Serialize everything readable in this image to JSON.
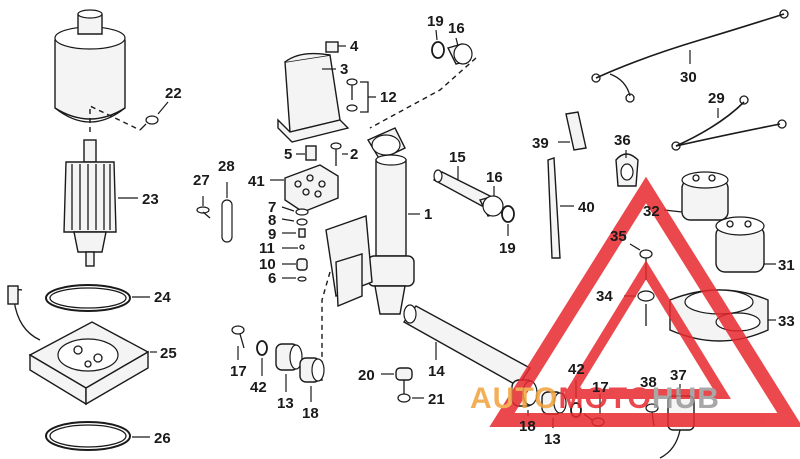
{
  "callouts": [
    {
      "id": "p1",
      "text": "1"
    },
    {
      "id": "p2",
      "text": "2"
    },
    {
      "id": "p3",
      "text": "3"
    },
    {
      "id": "p4",
      "text": "4"
    },
    {
      "id": "p5",
      "text": "5"
    },
    {
      "id": "p6",
      "text": "6"
    },
    {
      "id": "p7",
      "text": "7"
    },
    {
      "id": "p8",
      "text": "8"
    },
    {
      "id": "p9",
      "text": "9"
    },
    {
      "id": "p10",
      "text": "10"
    },
    {
      "id": "p11",
      "text": "11"
    },
    {
      "id": "p12",
      "text": "12"
    },
    {
      "id": "p13a",
      "text": "13"
    },
    {
      "id": "p13b",
      "text": "13"
    },
    {
      "id": "p14",
      "text": "14"
    },
    {
      "id": "p15",
      "text": "15"
    },
    {
      "id": "p16a",
      "text": "16"
    },
    {
      "id": "p16b",
      "text": "16"
    },
    {
      "id": "p17a",
      "text": "17"
    },
    {
      "id": "p17b",
      "text": "17"
    },
    {
      "id": "p18a",
      "text": "18"
    },
    {
      "id": "p18b",
      "text": "18"
    },
    {
      "id": "p19a",
      "text": "19"
    },
    {
      "id": "p19b",
      "text": "19"
    },
    {
      "id": "p20",
      "text": "20"
    },
    {
      "id": "p21",
      "text": "21"
    },
    {
      "id": "p22",
      "text": "22"
    },
    {
      "id": "p23",
      "text": "23"
    },
    {
      "id": "p24",
      "text": "24"
    },
    {
      "id": "p25",
      "text": "25"
    },
    {
      "id": "p26",
      "text": "26"
    },
    {
      "id": "p27",
      "text": "27"
    },
    {
      "id": "p28",
      "text": "28"
    },
    {
      "id": "p29",
      "text": "29"
    },
    {
      "id": "p30",
      "text": "30"
    },
    {
      "id": "p31",
      "text": "31"
    },
    {
      "id": "p32",
      "text": "32"
    },
    {
      "id": "p33",
      "text": "33"
    },
    {
      "id": "p34",
      "text": "34"
    },
    {
      "id": "p35",
      "text": "35"
    },
    {
      "id": "p36",
      "text": "36"
    },
    {
      "id": "p37",
      "text": "37"
    },
    {
      "id": "p38",
      "text": "38"
    },
    {
      "id": "p39",
      "text": "39"
    },
    {
      "id": "p40",
      "text": "40"
    },
    {
      "id": "p41",
      "text": "41"
    },
    {
      "id": "p42a",
      "text": "42"
    },
    {
      "id": "p42b",
      "text": "42"
    }
  ],
  "watermark": {
    "part1": "AUTO",
    "part2": "MOTO",
    "part3": "HUB",
    "color_red": "#e8292e",
    "color_orange": "#f2a23a",
    "color_gray": "#9a9a9a"
  }
}
